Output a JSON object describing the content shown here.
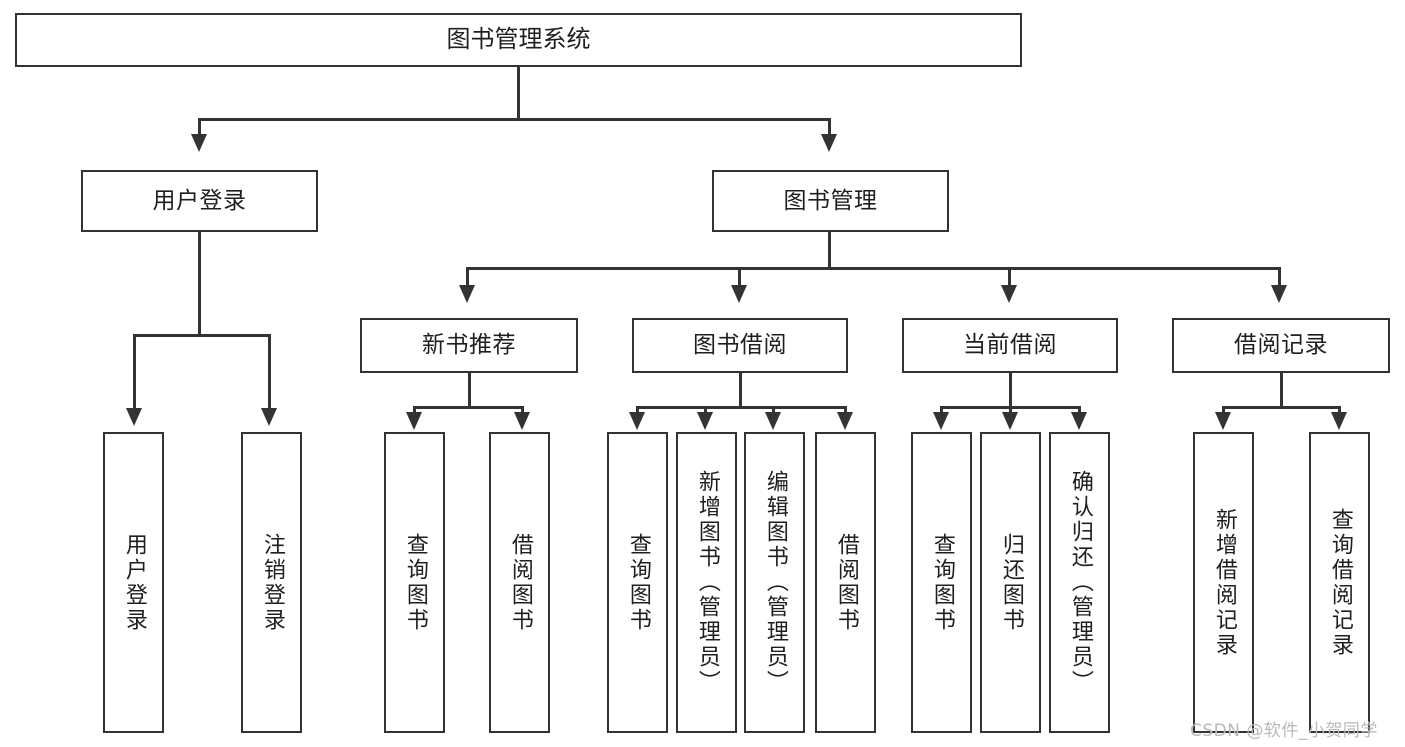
{
  "diagram": {
    "type": "tree",
    "title": "图书管理系统",
    "root": {
      "label": "图书管理系统"
    },
    "level2": [
      {
        "label": "用户登录"
      },
      {
        "label": "图书管理"
      }
    ],
    "level3": [
      {
        "label": "新书推荐"
      },
      {
        "label": "图书借阅"
      },
      {
        "label": "当前借阅"
      },
      {
        "label": "借阅记录"
      }
    ],
    "leaves": {
      "user_login": [
        {
          "label": "用户登录"
        },
        {
          "label": "注销登录"
        }
      ],
      "new_book_recommend": [
        {
          "label": "查询图书"
        },
        {
          "label": "借阅图书"
        }
      ],
      "book_borrow": [
        {
          "label": "查询图书"
        },
        {
          "label": "新增图书（管理员）"
        },
        {
          "label": "编辑图书（管理员）"
        },
        {
          "label": "借阅图书"
        }
      ],
      "current_borrow": [
        {
          "label": "查询图书"
        },
        {
          "label": "归还图书"
        },
        {
          "label": "确认归还（管理员）"
        }
      ],
      "borrow_record": [
        {
          "label": "新增借阅记录"
        },
        {
          "label": "查询借阅记录"
        }
      ]
    }
  },
  "watermark": {
    "text": "CSDN @软件_小贺同学"
  },
  "colors": {
    "stroke": "#333333",
    "background": "#ffffff",
    "text": "#1f1f1f",
    "watermark": "#b9b9b9"
  }
}
